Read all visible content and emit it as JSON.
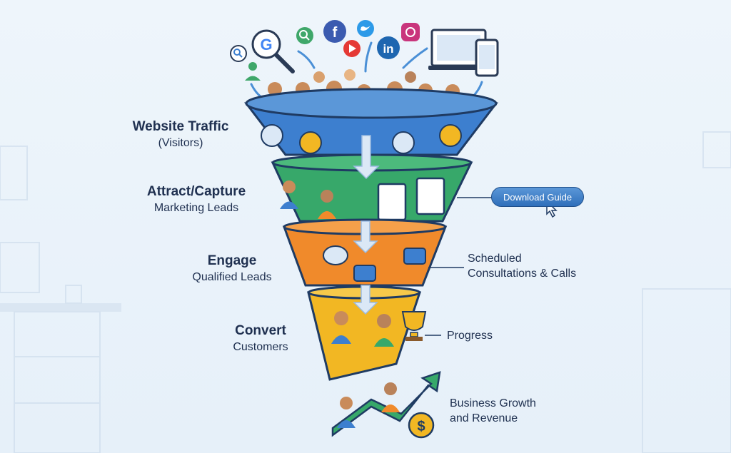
{
  "stages": [
    {
      "title": "Website Traffic",
      "subtitle": "(Visitors)",
      "color": "#3d7fcf"
    },
    {
      "title": "Attract/Capture",
      "subtitle": "Marketing Leads",
      "color": "#37a86a"
    },
    {
      "title": "Engage",
      "subtitle": "Qualified Leads",
      "color": "#f08a2b"
    },
    {
      "title": "Convert",
      "subtitle": "Customers",
      "color": "#f2b723"
    }
  ],
  "callouts": {
    "download_label": "Download Guide",
    "consult_line1": "Scheduled",
    "consult_line2": "Consultations & Calls",
    "progress": "Progress",
    "growth_line1": "Business Growth",
    "growth_line2": "and Revenue"
  },
  "icons": [
    "google-search-icon",
    "search-icon",
    "facebook-icon",
    "twitter-icon",
    "youtube-icon",
    "linkedin-icon",
    "instagram-icon",
    "laptop-icon",
    "phone-icon",
    "chat-icon",
    "video-icon",
    "trophy-icon",
    "dollar-icon",
    "cursor-icon"
  ]
}
